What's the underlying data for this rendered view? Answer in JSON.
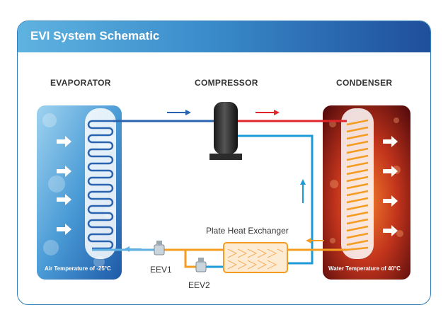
{
  "header": {
    "title": "EVI System Schematic"
  },
  "labels": {
    "evaporator": "EVAPORATOR",
    "compressor": "COMPRESSOR",
    "condenser": "CONDENSER",
    "plate_heat_exchanger": "Plate Heat Exchanger",
    "eev1": "EEV1",
    "eev2": "EEV2"
  },
  "temperatures": {
    "air": "Air Temperature of -25°C",
    "water": "Water Temperature of 40°C"
  },
  "colors": {
    "accent_blue": "#1f4f9a",
    "cold_line": "#2a63b0",
    "light_blue_line": "#1e9ad8",
    "hot_line": "#e0262b",
    "orange_line": "#f39c1f"
  }
}
